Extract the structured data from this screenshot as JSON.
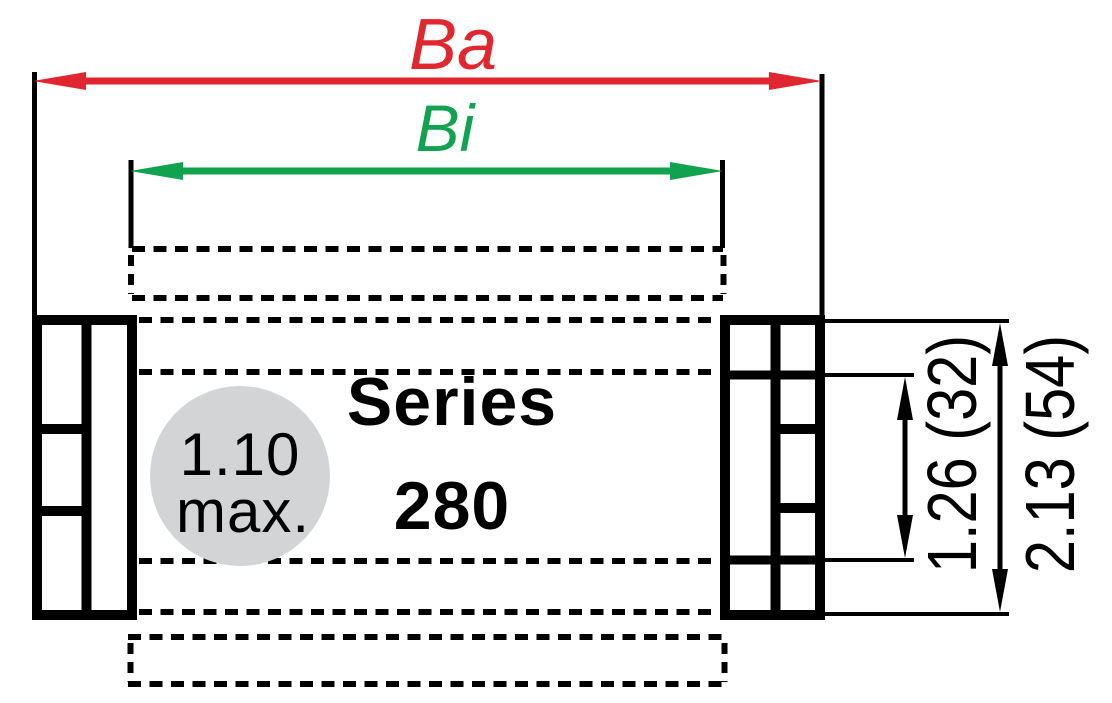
{
  "labels": {
    "outer_width": "Ba",
    "inner_width": "Bi",
    "series_line1": "Series",
    "series_line2": "280",
    "pitch_value": "1.10",
    "pitch_suffix": "max.",
    "inner_height": "1.26 (32)",
    "outer_height": "2.13 (54)"
  },
  "colors": {
    "outer_width_arrow": "#e02730",
    "inner_width_arrow": "#11a24f",
    "line": "#000000",
    "badge_circle": "#d3d4d6",
    "badge_watermark": "#e1e2e5"
  }
}
